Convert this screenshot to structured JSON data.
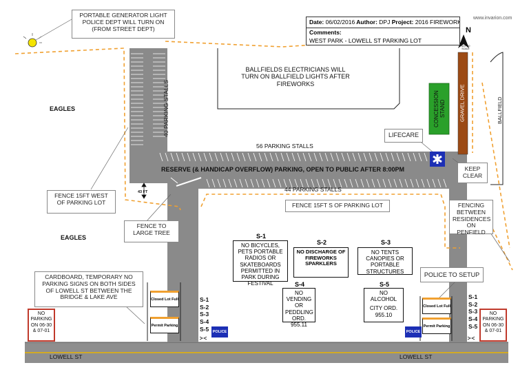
{
  "watermark": "www.invarion.com",
  "header": {
    "date_label": "Date:",
    "date": "06/02/2016",
    "author_label": "Author:",
    "author": "DPJ",
    "project_label": "Project:",
    "project": "2016 FIREWORKS",
    "comments_label": "Comments:",
    "comments": "WEST PARK - LOWELL ST PARKING LOT"
  },
  "north_arrow": {
    "letter": "N",
    "note": "NOT TO SCALE"
  },
  "callouts": {
    "generator_light": "PORTABLE GENERATOR LIGHT POLICE DEPT WILL TURN ON (FROM STREET DEPT)",
    "ballfields": "BALLFIELDS ELECTRICIANS WILL TURN ON BALLFIELD LIGHTS AFTER FIREWORKS",
    "lifecare": "LIFECARE",
    "keep_clear": "KEEP CLEAR",
    "fence_west": "FENCE 15FT WEST OF PARKING LOT",
    "fence_tree": "FENCE TO LARGE TREE",
    "fence_south": "FENCE 15FT S OF PARKING LOT",
    "fencing_residences": "FENCING BETWEEN RESIDENCES ON PENFIELD",
    "cardboard_signs": "CARDBOARD, TEMPORARY NO PARKING SIGNS ON BOTH SIDES OF LOWELL ST BETWEEN THE BRIDGE & LAKE AVE",
    "police_setup": "POLICE TO SETUP"
  },
  "areas": {
    "eagles_top": "EAGLES",
    "eagles_bottom": "EAGLES",
    "concession": "CONCESSION STAND",
    "gravel_drive": "GRAVEL DRIVE",
    "ballfield": "BALLFIELD",
    "reserve_parking": "RESERVE (& HANDICAP OVERFLOW) PARKING, OPEN TO PUBLIC AFTER 8:00PM",
    "street": "LOWELL ST"
  },
  "stalls": {
    "west": "40 PARKING STALLS",
    "north": "56 PARKING STALLS",
    "south": "44 PARKING STALLS"
  },
  "dimension": "43 FT",
  "signs": [
    {
      "code": "S-1",
      "text": "NO BICYCLES, PETS PORTABLE RADIOS OR SKATEBOARDS PERMITTED IN PARK DURING FESTIVAL"
    },
    {
      "code": "S-2",
      "text": "NO DISCHARGE OF FIREWORKS SPARKLERS"
    },
    {
      "code": "S-3",
      "text": "NO TENTS CANOPIES OR PORTABLE STRUCTURES"
    },
    {
      "code": "S-4",
      "text": "NO VENDING OR PEDDLING ORD. 955.11"
    },
    {
      "code": "S-5",
      "text": "NO ALCOHOL",
      "text2": "CITY ORD. 955.10"
    }
  ],
  "sign_list": [
    "S-1",
    "S-2",
    "S-3",
    "S-4",
    "S-5"
  ],
  "barricades": {
    "closed": "Closed Lot Full",
    "permit": "Permit Parking"
  },
  "police_label": "POLICE",
  "no_parking": "NO PARKING ON 06-30 & 07-01",
  "colors": {
    "road": "#8a8a8a",
    "fence": "#f0a030",
    "concession": "#2aa02a",
    "gravel": "#9c4a14",
    "police": "#1c2fb5",
    "no_parking_border": "#c0392b",
    "light": "#f5e400"
  }
}
